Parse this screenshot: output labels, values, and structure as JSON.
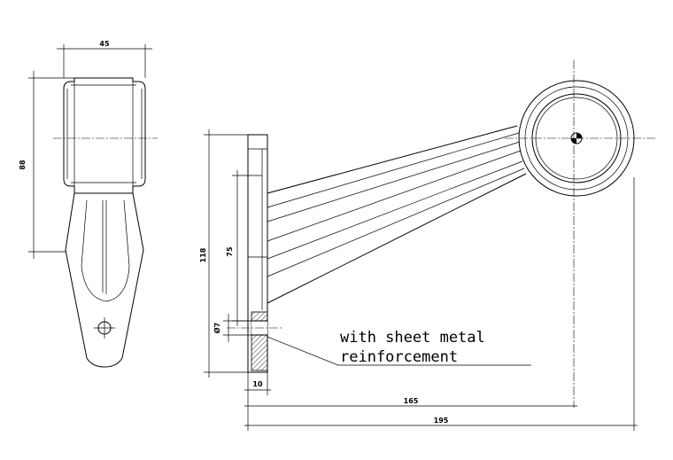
{
  "dimensions": {
    "front_width": "45",
    "front_height": "88",
    "side_height": "118",
    "inner_height": "75",
    "hole_diameter": "Ø7",
    "base_thickness": "10",
    "reach_inner": "165",
    "reach_total": "195"
  },
  "note": {
    "line1": "with sheet metal",
    "line2": "reinforcement"
  }
}
